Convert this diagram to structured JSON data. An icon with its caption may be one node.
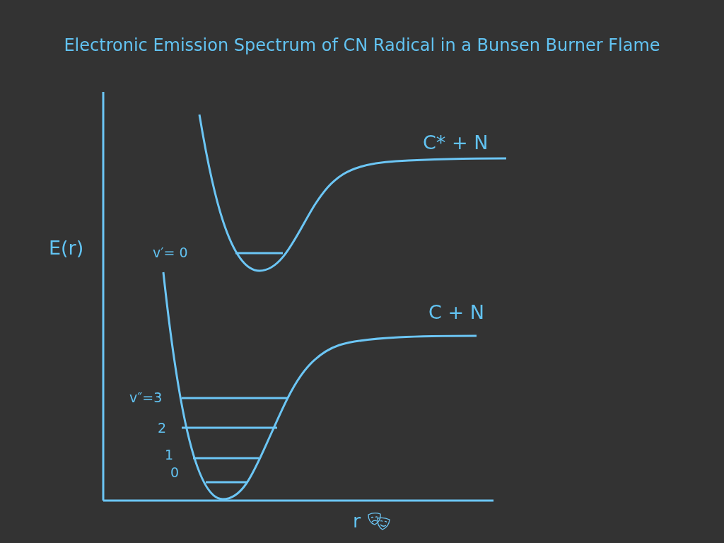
{
  "diagram": {
    "title": "Electronic Emission Spectrum of CN Radical in a Bunsen Burner Flame",
    "labels": [
      "C* + N",
      "E(r)",
      "v′= 0",
      "C + N",
      "v″=3",
      "2",
      "1",
      "0",
      "r"
    ]
  }
}
